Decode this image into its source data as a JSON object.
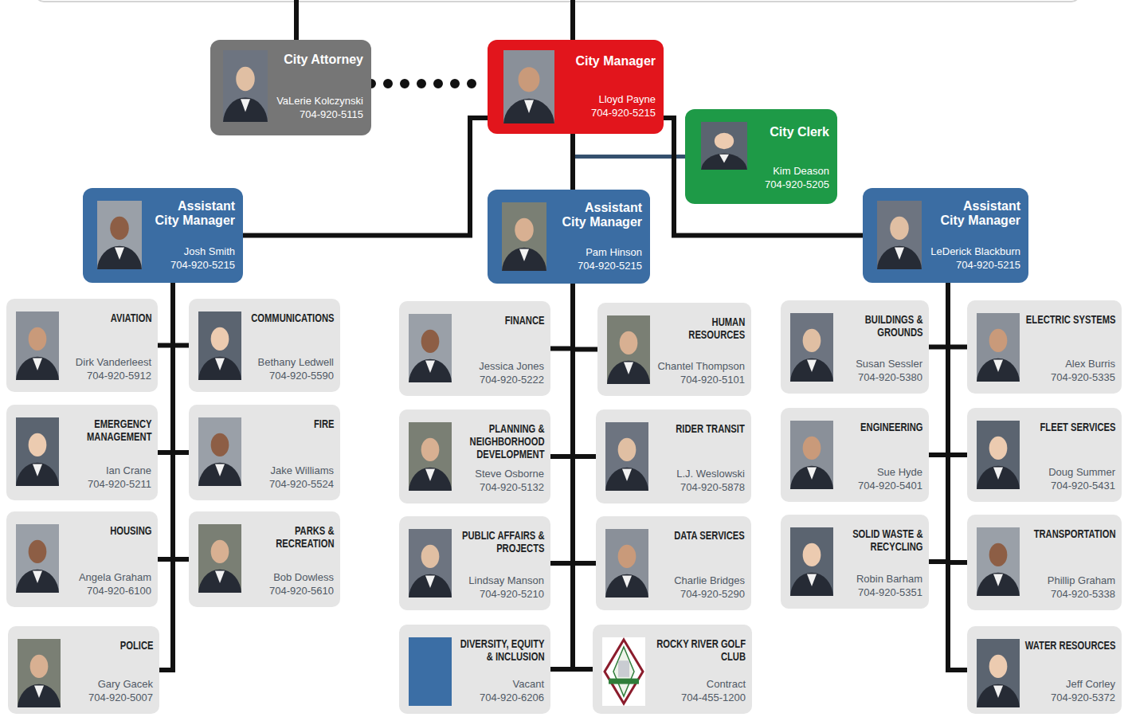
{
  "diagram": {
    "nodes": [
      {
        "text": [
          "City Attorney",
          "VaLerie Kolczynski",
          "704-920-5115"
        ]
      },
      {
        "text": [
          "City Manager",
          "Lloyd Payne",
          "704-920-5215"
        ]
      },
      {
        "text": [
          "City Clerk",
          "Kim Deason",
          "704-920-5205"
        ]
      },
      {
        "text": [
          "Assistant City Manager",
          "Josh Smith",
          "704-920-5215"
        ]
      },
      {
        "text": [
          "Assistant City Manager",
          "Pam Hinson",
          "704-920-5215"
        ]
      },
      {
        "text": [
          "Assistant City Manager",
          "LeDerick Blackburn",
          "704-920-5215"
        ]
      },
      {
        "text": [
          "AVIATION",
          "Dirk Vanderleest",
          "704-920-5912"
        ]
      },
      {
        "text": [
          "COMMUNICATIONS",
          "Bethany Ledwell",
          "704-920-5590"
        ]
      },
      {
        "text": [
          "FINANCE",
          "Jessica Jones",
          "704-920-5222"
        ]
      },
      {
        "text": [
          "HUMAN RESOURCES",
          "Chantel Thompson",
          "704-920-5101"
        ]
      },
      {
        "text": [
          "BUILDINGS & GROUNDS",
          "Susan Sessler",
          "704-920-5380"
        ]
      },
      {
        "text": [
          "ELECTRIC SYSTEMS",
          "Alex Burris",
          "704-920-5335"
        ]
      },
      {
        "text": [
          "EMERGENCY MANAGEMENT",
          "Ian Crane",
          "704-920-5211"
        ]
      },
      {
        "text": [
          "FIRE",
          "Jake Williams",
          "704-920-5524"
        ]
      },
      {
        "text": [
          "PLANNING & NEIGHBORHOOD DEVELOPMENT",
          "Steve Osborne",
          "704-920-5132"
        ]
      },
      {
        "text": [
          "RIDER TRANSIT",
          "L.J. Weslowski",
          "704-920-5878"
        ]
      },
      {
        "text": [
          "ENGINEERING",
          "Sue Hyde",
          "704-920-5401"
        ]
      },
      {
        "text": [
          "FLEET SERVICES",
          "Doug Summer",
          "704-920-5431"
        ]
      },
      {
        "text": [
          "HOUSING",
          "Angela Graham",
          "704-920-6100"
        ]
      },
      {
        "text": [
          "PARKS & RECREATION",
          "Bob Dowless",
          "704-920-5610"
        ]
      },
      {
        "text": [
          "PUBLIC AFFAIRS & PROJECTS",
          "Lindsay Manson",
          "704-920-5210"
        ]
      },
      {
        "text": [
          "DATA SERVICES",
          "Charlie Bridges",
          "704-920-5290"
        ]
      },
      {
        "text": [
          "SOLID WASTE & RECYCLING",
          "Robin Barham",
          "704-920-5351"
        ]
      },
      {
        "text": [
          "TRANSPORTATION",
          "Phillip Graham",
          "704-920-5338"
        ]
      },
      {
        "text": [
          "POLICE",
          "Gary Gacek",
          "704-920-5007"
        ]
      },
      {
        "text": [
          "DIVERSITY, EQUITY & INCLUSION",
          "Vacant",
          "704-920-6206"
        ]
      },
      {
        "text": [
          "ROCKY RIVER GOLF CLUB",
          "Contract",
          "704-455-1200"
        ]
      },
      {
        "text": [
          "WATER RESOURCES",
          "Jeff Corley",
          "704-920-5372"
        ]
      }
    ],
    "edges": [
      {
        "from": 0,
        "to": 1,
        "arrow": "none"
      },
      {
        "from": 1,
        "to": 2,
        "arrow": "none"
      },
      {
        "from": 1,
        "to": 3,
        "arrow": "none"
      },
      {
        "from": 1,
        "to": 4,
        "arrow": "none"
      },
      {
        "from": 1,
        "to": 5,
        "arrow": "none"
      },
      {
        "from": 3,
        "to": 6,
        "arrow": "none"
      },
      {
        "from": 3,
        "to": 7,
        "arrow": "none"
      },
      {
        "from": 3,
        "to": 12,
        "arrow": "none"
      },
      {
        "from": 3,
        "to": 13,
        "arrow": "none"
      },
      {
        "from": 3,
        "to": 18,
        "arrow": "none"
      },
      {
        "from": 3,
        "to": 19,
        "arrow": "none"
      },
      {
        "from": 3,
        "to": 24,
        "arrow": "none"
      },
      {
        "from": 4,
        "to": 8,
        "arrow": "none"
      },
      {
        "from": 4,
        "to": 9,
        "arrow": "none"
      },
      {
        "from": 4,
        "to": 14,
        "arrow": "none"
      },
      {
        "from": 4,
        "to": 15,
        "arrow": "none"
      },
      {
        "from": 4,
        "to": 20,
        "arrow": "none"
      },
      {
        "from": 4,
        "to": 21,
        "arrow": "none"
      },
      {
        "from": 4,
        "to": 25,
        "arrow": "none"
      },
      {
        "from": 4,
        "to": 26,
        "arrow": "none"
      },
      {
        "from": 5,
        "to": 10,
        "arrow": "none"
      },
      {
        "from": 5,
        "to": 11,
        "arrow": "none"
      },
      {
        "from": 5,
        "to": 16,
        "arrow": "none"
      },
      {
        "from": 5,
        "to": 17,
        "arrow": "none"
      },
      {
        "from": 5,
        "to": 22,
        "arrow": "none"
      },
      {
        "from": 5,
        "to": 23,
        "arrow": "none"
      },
      {
        "from": 5,
        "to": 27,
        "arrow": "none"
      }
    ]
  }
}
